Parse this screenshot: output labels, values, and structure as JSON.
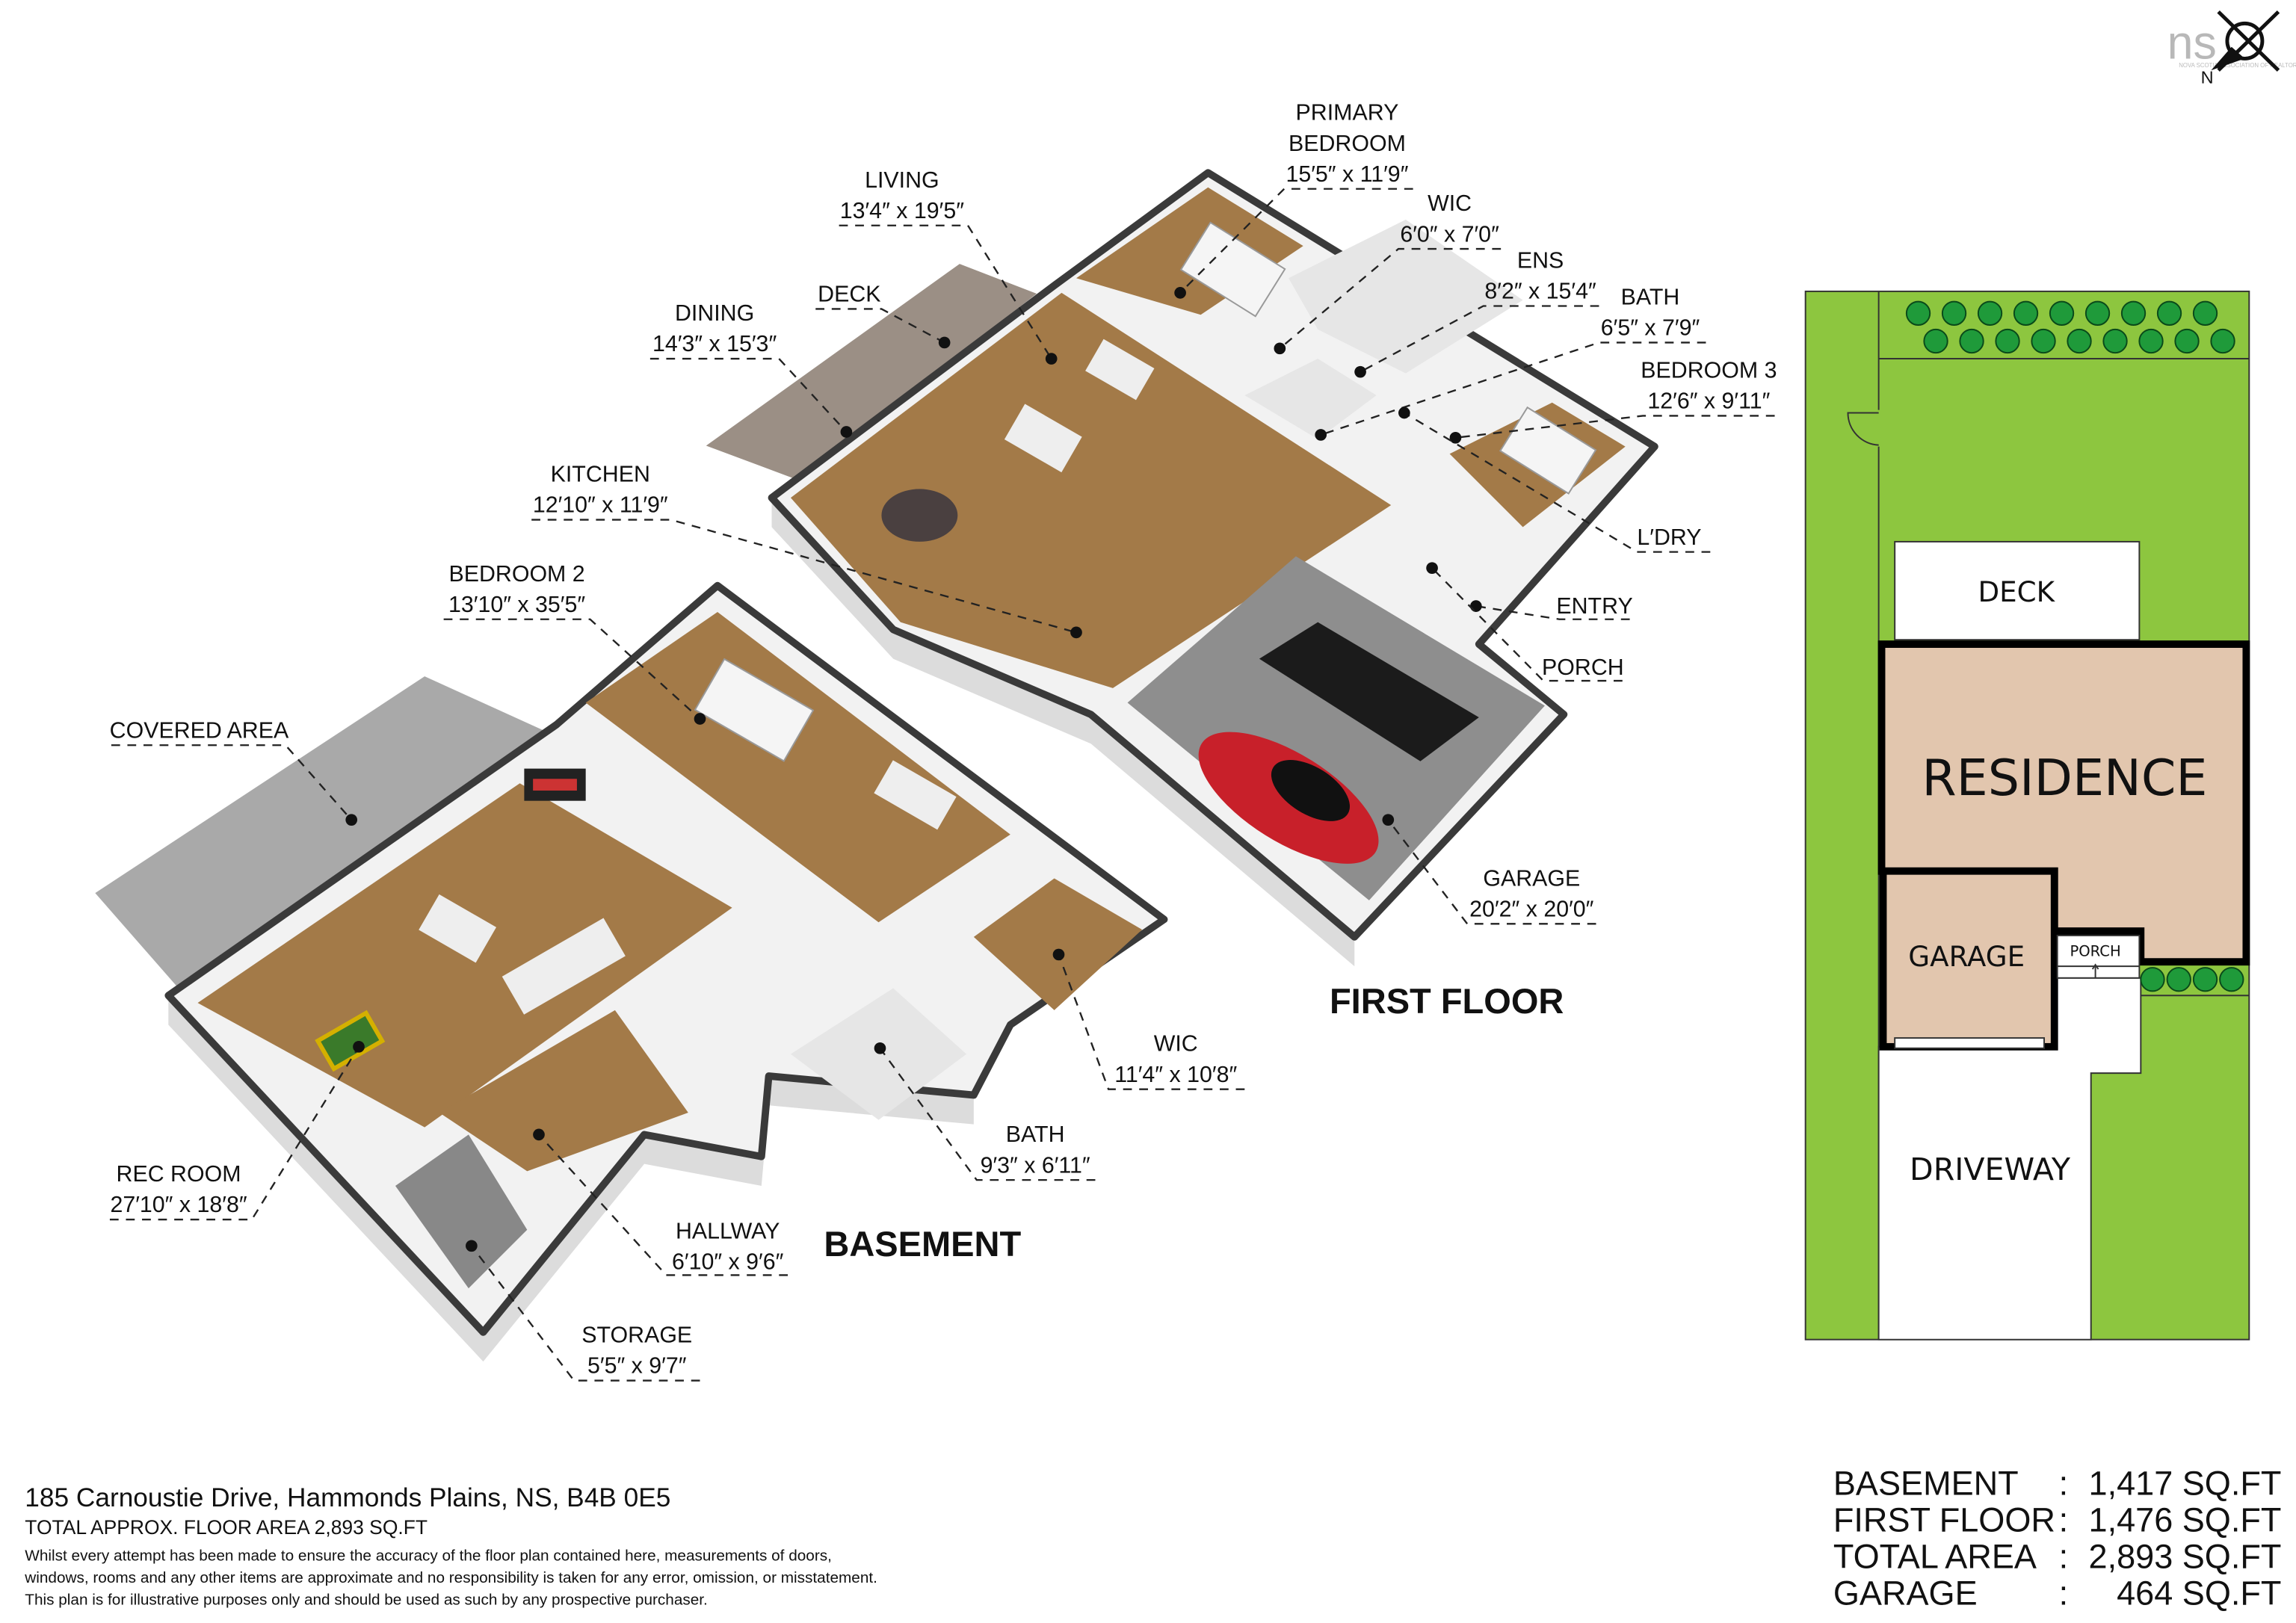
{
  "logo": {
    "text": "ns",
    "subtext": "NOVA SCOTIA ASSOCIATION OF REALTORS",
    "north_label": "N"
  },
  "first_floor": {
    "title": "FIRST FLOOR",
    "primary_bedroom": {
      "name1": "PRIMARY",
      "name2": "BEDROOM",
      "dims": "15′5″ x 11′9″"
    },
    "wic": {
      "name": "WIC",
      "dims": "6′0″ x 7′0″"
    },
    "ens": {
      "name": "ENS",
      "dims": "8′2″ x 15′4″"
    },
    "bath": {
      "name": "BATH",
      "dims": "6′5″ x 7′9″"
    },
    "bedroom3": {
      "name": "BEDROOM 3",
      "dims": "12′6″ x 9′11″"
    },
    "laundry": {
      "name": "L′DRY"
    },
    "entry": {
      "name": "ENTRY"
    },
    "porch": {
      "name": "PORCH"
    },
    "garage": {
      "name": "GARAGE",
      "dims": "20′2″ x 20′0″"
    },
    "living": {
      "name": "LIVING",
      "dims": "13′4″ x 19′5″"
    },
    "deck": {
      "name": "DECK"
    },
    "dining": {
      "name": "DINING",
      "dims": "14′3″ x 15′3″"
    },
    "kitchen": {
      "name": "KITCHEN",
      "dims": "12′10″ x 11′9″"
    }
  },
  "basement": {
    "title": "BASEMENT",
    "bedroom2": {
      "name": "BEDROOM 2",
      "dims": "13′10″ x 35′5″"
    },
    "covered_area": {
      "name": "COVERED AREA"
    },
    "rec_room": {
      "name": "REC ROOM",
      "dims": "27′10″ x 18′8″"
    },
    "hallway": {
      "name": "HALLWAY",
      "dims": "6′10″ x 9′6″"
    },
    "storage": {
      "name": "STORAGE",
      "dims": "5′5″ x 9′7″"
    },
    "bath": {
      "name": "BATH",
      "dims": "9′3″ x 6′11″"
    },
    "wic": {
      "name": "WIC",
      "dims": "11′4″ x 10′8″"
    }
  },
  "site_plan": {
    "deck": "DECK",
    "residence": "RESIDENCE",
    "garage": "GARAGE",
    "porch": "PORCH",
    "driveway": "DRIVEWAY",
    "colors": {
      "lawn": "#8dc63f",
      "building": "#e2c6ae",
      "tree": "#1f9a3a"
    }
  },
  "footer": {
    "address": "185 Carnoustie Drive, Hammonds Plains, NS, B4B 0E5",
    "total": "TOTAL APPROX. FLOOR AREA 2,893 SQ.FT",
    "disclaimer": [
      "Whilst every attempt has been made to ensure the accuracy of the floor plan contained here, measurements of doors,",
      "windows, rooms and any other items are approximate and no responsibility is taken for any error, omission, or misstatement.",
      "This plan is for illustrative purposes only and should be used as such by any prospective purchaser."
    ]
  },
  "areas": [
    {
      "label": "BASEMENT",
      "sep": ":",
      "value": "1,417 SQ.FT"
    },
    {
      "label": "FIRST FLOOR",
      "sep": ":",
      "value": "1,476 SQ.FT"
    },
    {
      "label": "TOTAL AREA",
      "sep": ":",
      "value": "2,893 SQ.FT"
    },
    {
      "label": "GARAGE",
      "sep": ":",
      "value": "464 SQ.FT"
    }
  ]
}
